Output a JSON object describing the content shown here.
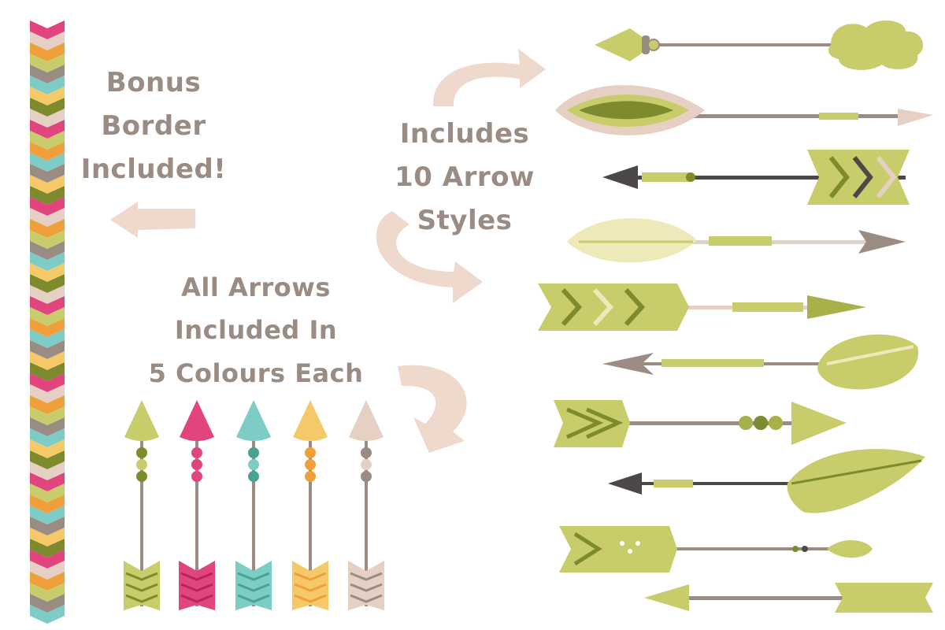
{
  "texts": {
    "bonus": [
      "Bonus",
      "Border",
      "Included!"
    ],
    "includes": [
      "Includes",
      "10 Arrow",
      "Styles"
    ],
    "all_arrows": [
      "All Arrows",
      "Included In",
      "5 Colours Each"
    ]
  },
  "colors": {
    "text": "#9a8b83",
    "swoosh": "#efd8cc",
    "olive": "#a8b04a",
    "lime": "#c8cc6a",
    "dark_olive": "#7d8a2e",
    "pink": "#e2447e",
    "teal": "#7dcdc6",
    "yellow": "#f5c96a",
    "orange": "#efa03a",
    "beige": "#e5d0c3",
    "taupe": "#9a8b83",
    "charcoal": "#4d4848"
  },
  "colour_variants": [
    "lime",
    "pink",
    "teal",
    "yellow",
    "beige"
  ]
}
